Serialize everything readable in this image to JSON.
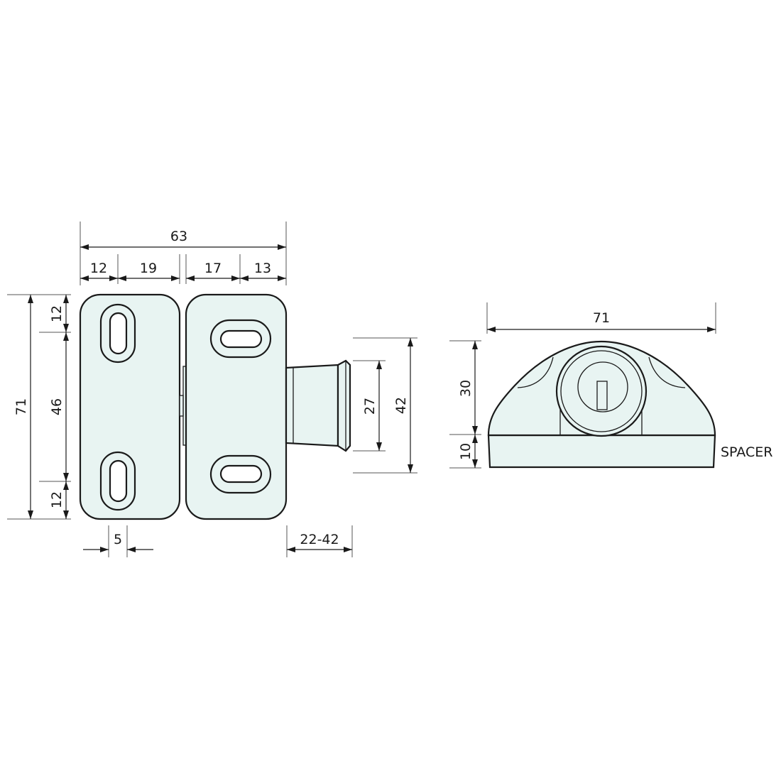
{
  "colors": {
    "part_fill": "#e8f4f2",
    "line": "#1a1a1a"
  },
  "front_view": {
    "overall_width": "63",
    "widths": [
      "12",
      "19",
      "17",
      "13"
    ],
    "overall_height": "71",
    "heights": [
      "12",
      "46",
      "12"
    ],
    "hinge_gap": "5",
    "plunger_stroke": "22-42",
    "plunger_diameter": "27",
    "plunger_housing": "42"
  },
  "side_view": {
    "width": "71",
    "body_height": "30",
    "spacer_height": "10",
    "spacer_label": "SPACER"
  }
}
